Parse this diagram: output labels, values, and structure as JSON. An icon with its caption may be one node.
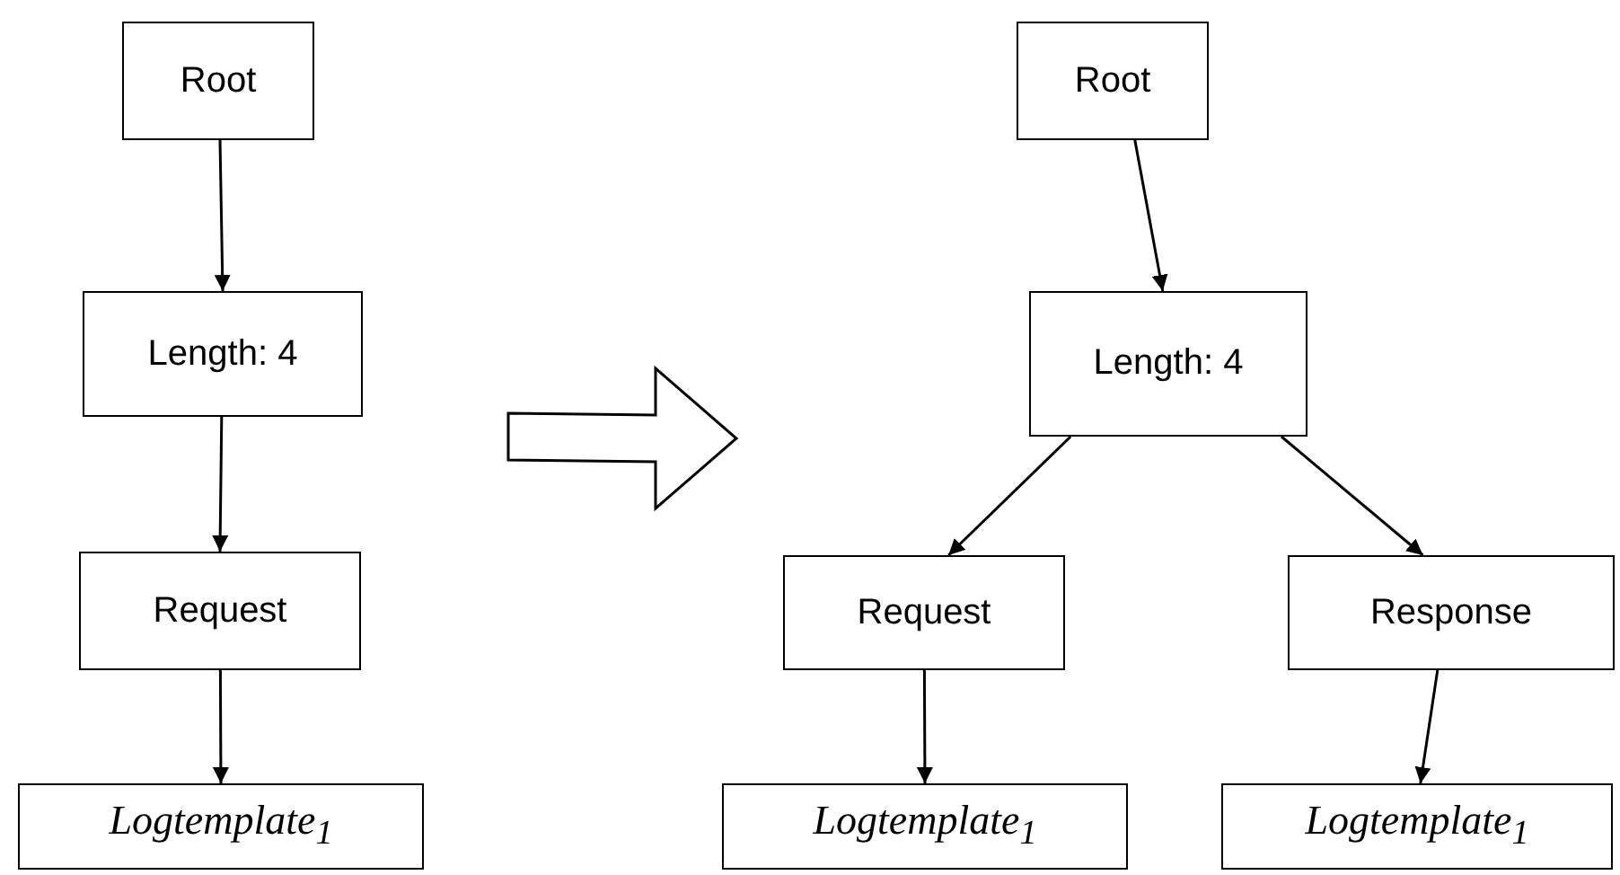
{
  "diagram": {
    "nodes": [
      {
        "text": [
          "Root"
        ]
      },
      {
        "text": [
          "Length: 4"
        ]
      },
      {
        "text": [
          "Request"
        ]
      },
      {
        "text": [
          "Logtemplate$_{1}$"
        ]
      },
      {
        "text": [
          "Root"
        ]
      },
      {
        "text": [
          "Length: 4"
        ]
      },
      {
        "text": [
          "Request"
        ]
      },
      {
        "text": [
          "Response"
        ]
      },
      {
        "text": [
          "Logtemplate$_{1}$"
        ]
      },
      {
        "text": [
          "Logtemplate$_{1}$"
        ]
      }
    ],
    "edges": [
      {
        "from": 0,
        "to": 1,
        "arrow": "to"
      },
      {
        "from": 1,
        "to": 2,
        "arrow": "to"
      },
      {
        "from": 2,
        "to": 3,
        "arrow": "to"
      },
      {
        "from": 4,
        "to": 5,
        "arrow": "to"
      },
      {
        "from": 5,
        "to": 6,
        "arrow": "to"
      },
      {
        "from": 5,
        "to": 7,
        "arrow": "to"
      },
      {
        "from": 6,
        "to": 8,
        "arrow": "to"
      },
      {
        "from": 7,
        "to": 9,
        "arrow": "to"
      }
    ]
  }
}
